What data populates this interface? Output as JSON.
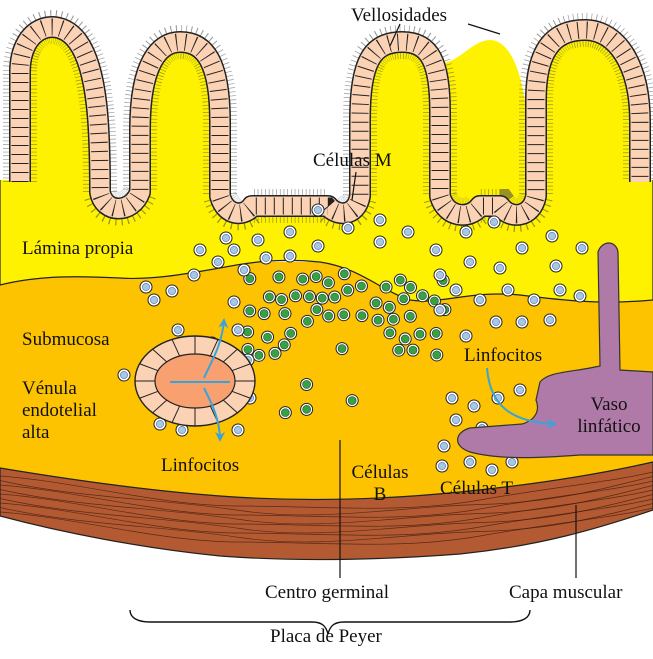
{
  "labels": {
    "vellosidades": "Vellosidades",
    "celulas_m": "Células M",
    "lamina_propia": "Lámina propia",
    "submucosa": "Submucosa",
    "venula": [
      "Vénula",
      "endotelial",
      "alta"
    ],
    "linfocitos_left": "Linfocitos",
    "linfocitos_right": "Linfocitos",
    "celulas_b": [
      "Células",
      "B"
    ],
    "celulas_t": "Células T",
    "vaso": [
      "Vaso",
      "linfático"
    ],
    "centro_germinal": "Centro germinal",
    "capa_muscular": "Capa muscular",
    "placa_de_peyer": "Placa de Peyer"
  },
  "colors": {
    "lamina": "#fff200",
    "submucosa": "#fdc300",
    "muscle": "#b35a32",
    "epithelium": "#fbd2b4",
    "venule_core": "#f8a070",
    "lymph_vessel": "#b07aa8",
    "b_cell": "#3aa046",
    "t_cell": "#a9c7e8",
    "arrow": "#3aa3d9"
  }
}
